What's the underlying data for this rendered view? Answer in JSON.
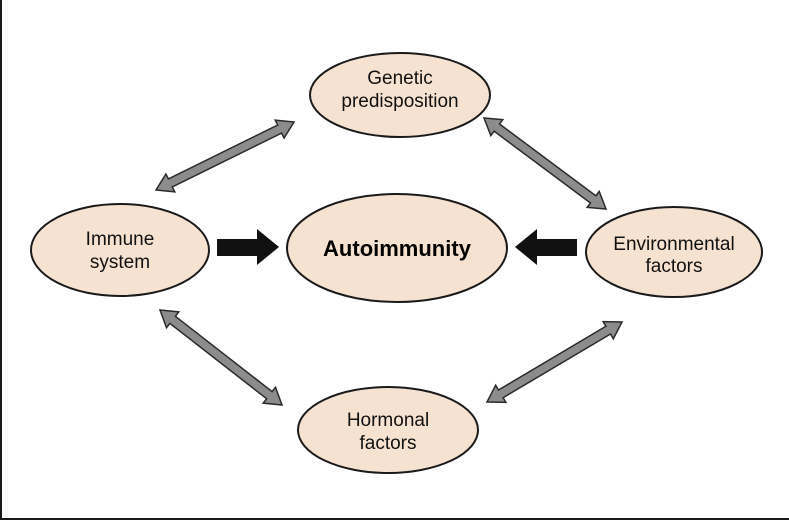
{
  "diagram": {
    "center": {
      "label": "Autoimmunity"
    },
    "nodes": {
      "genetic": {
        "line1": "Genetic",
        "line2": "predisposition"
      },
      "immune": {
        "line1": "Immune",
        "line2": "system"
      },
      "environmental": {
        "line1": "Environmental",
        "line2": "factors"
      },
      "hormonal": {
        "line1": "Hormonal",
        "line2": "factors"
      }
    },
    "colors": {
      "ellipse_fill": "#f6e2d0",
      "ellipse_stroke": "#1a1a1a",
      "double_arrow_fill": "#8c8c8c",
      "double_arrow_stroke": "#2a2a2a",
      "solid_arrow_fill": "#111111"
    }
  }
}
